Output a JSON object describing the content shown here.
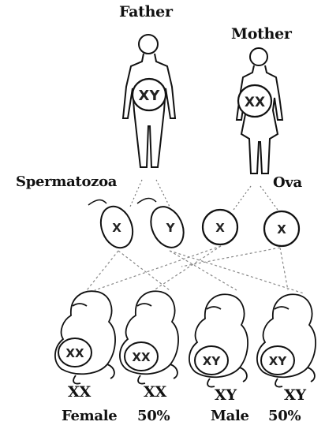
{
  "labels": {
    "father": "Father",
    "mother": "Mother",
    "spermatozoa": "Spermatozoa",
    "ova": "Ova"
  },
  "parents": {
    "father_chromosomes": "XY",
    "mother_chromosomes": "XX"
  },
  "gametes": {
    "sperm": [
      "X",
      "Y"
    ],
    "ova": [
      "X",
      "X"
    ]
  },
  "offspring": [
    {
      "chromosomes": "XX",
      "genotype_label": "XX"
    },
    {
      "chromosomes": "XX",
      "genotype_label": "XX"
    },
    {
      "chromosomes": "XY",
      "genotype_label": "XY"
    },
    {
      "chromosomes": "XY",
      "genotype_label": "XY"
    }
  ],
  "sex_ratio": {
    "female_label": "Female",
    "female_percent": "50%",
    "male_label": "Male",
    "male_percent": "50%"
  }
}
